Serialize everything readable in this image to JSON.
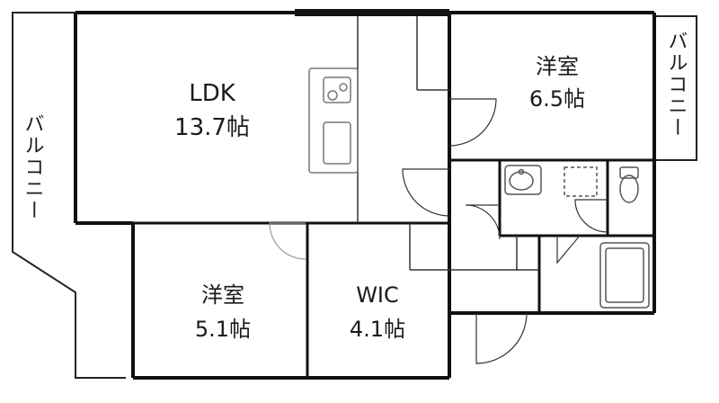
{
  "rooms": {
    "ldk": {
      "name": "LDK",
      "size": "13.7帖"
    },
    "western_large": {
      "name": "洋室",
      "size": "6.5帖"
    },
    "western_small": {
      "name": "洋室",
      "size": "5.1帖"
    },
    "wic": {
      "name": "WIC",
      "size": "4.1帖"
    }
  },
  "balconies": {
    "left": "バルコニー",
    "right": "バルコニー"
  },
  "colors": {
    "wall": "#111111",
    "thin_line": "#333333",
    "fixture_line": "#777777",
    "background": "#ffffff"
  }
}
